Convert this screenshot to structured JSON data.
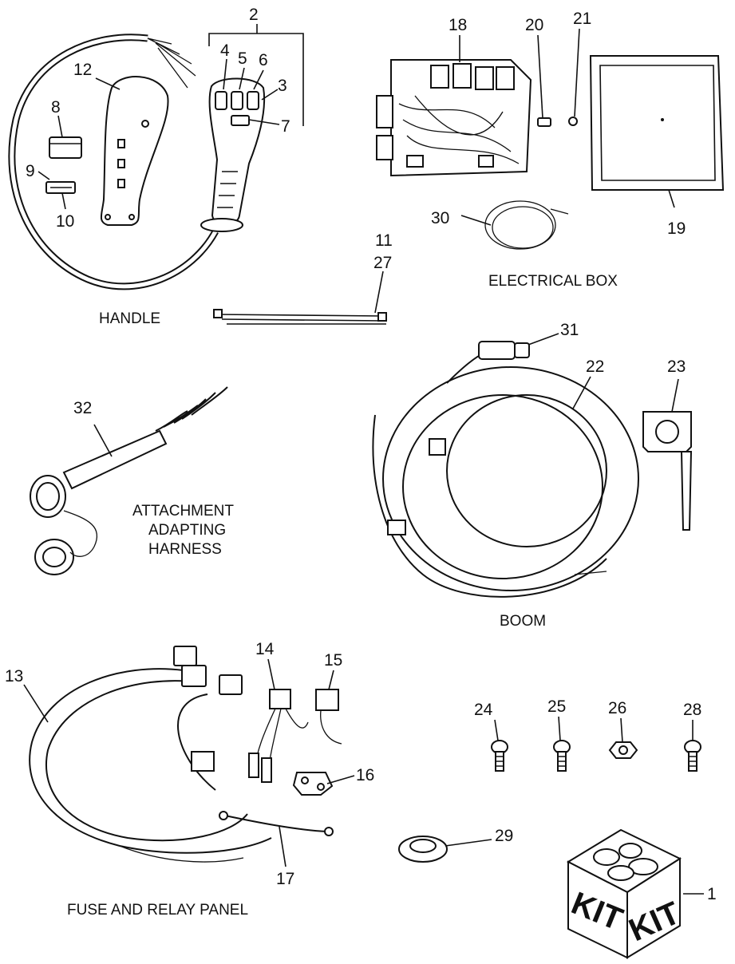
{
  "sections": {
    "handle": "HANDLE",
    "electrical_box": "ELECTRICAL BOX",
    "attachment_line1": "ATTACHMENT",
    "attachment_line2": "ADAPTING",
    "attachment_line3": "HARNESS",
    "boom": "BOOM",
    "fuse_panel": "FUSE AND RELAY PANEL"
  },
  "callouts": {
    "c1": "1",
    "c2": "2",
    "c3": "3",
    "c4": "4",
    "c5": "5",
    "c6": "6",
    "c7": "7",
    "c8": "8",
    "c9": "9",
    "c10": "10",
    "c11": "11",
    "c12": "12",
    "c13": "13",
    "c14": "14",
    "c15": "15",
    "c16": "16",
    "c17": "17",
    "c18": "18",
    "c19": "19",
    "c20": "20",
    "c21": "21",
    "c22": "22",
    "c23": "23",
    "c24": "24",
    "c25": "25",
    "c26": "26",
    "c27": "27",
    "c28": "28",
    "c29": "29",
    "c30": "30",
    "c31": "31",
    "c32": "32"
  },
  "kit_box": {
    "text_left": "KIT",
    "text_right": "KIT"
  }
}
